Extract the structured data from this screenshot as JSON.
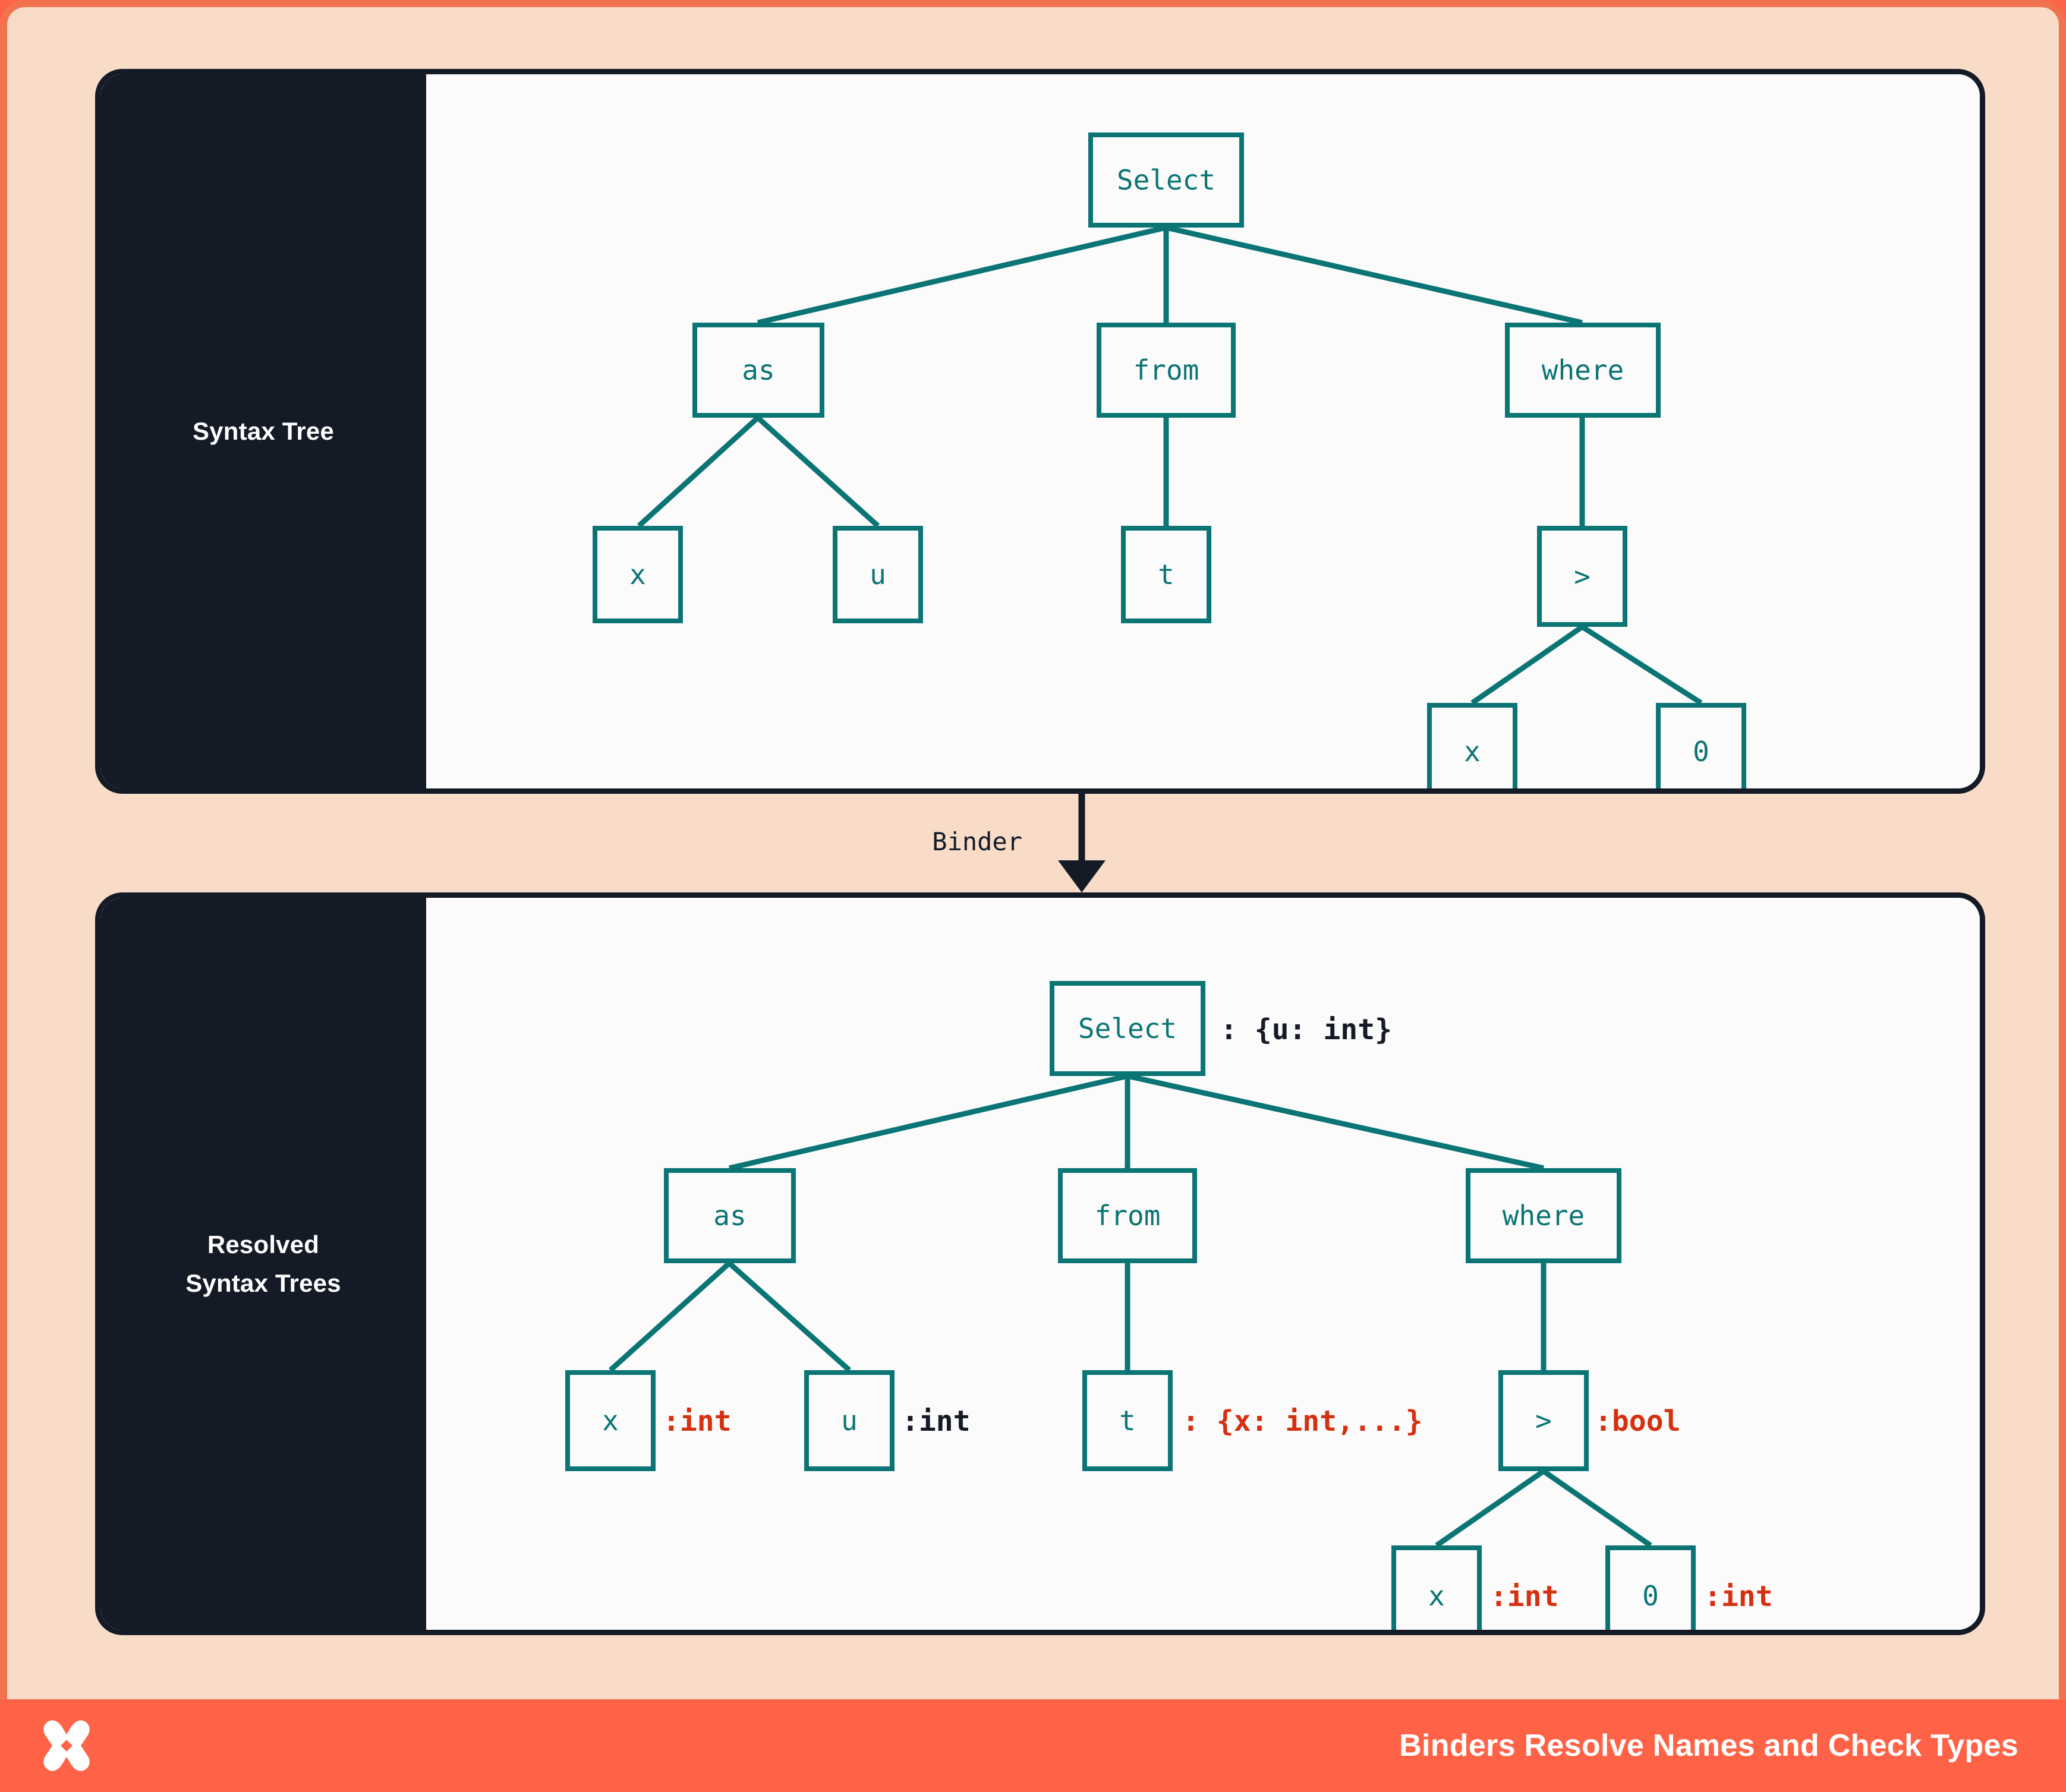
{
  "theme": {
    "frame_border": "#F2714E",
    "page_bg": "#F8DCC8",
    "card_bg": "#FBFBFB",
    "sidebar_bg": "#141A26",
    "node_stroke": "#0B7474",
    "annotation_red": "#D5300F",
    "annotation_dark": "#141A26",
    "footer_bg": "#FF6347"
  },
  "panels": {
    "top": {
      "sidebar_label": "Syntax Tree"
    },
    "bottom": {
      "sidebar_label": "Resolved\nSyntax Trees",
      "sidebar_line1": "Resolved",
      "sidebar_line2": "Syntax Trees"
    }
  },
  "transition": {
    "label": "Binder",
    "arrow": "down-arrow"
  },
  "footer": {
    "caption": "Binders Resolve Names and Check Types",
    "logo": "x-logo-icon"
  },
  "chart_data": {
    "type": "diagram",
    "title": "Binders Resolve Names and Check Types",
    "subtype": "syntax-tree-pair",
    "trees": [
      {
        "name": "Syntax Tree",
        "annotated": false,
        "nodes": [
          {
            "id": "select",
            "label": "Select",
            "level": 0,
            "parent": null
          },
          {
            "id": "as",
            "label": "as",
            "level": 1,
            "parent": "select"
          },
          {
            "id": "from",
            "label": "from",
            "level": 1,
            "parent": "select"
          },
          {
            "id": "where",
            "label": "where",
            "level": 1,
            "parent": "select"
          },
          {
            "id": "as_x",
            "label": "x",
            "level": 2,
            "parent": "as"
          },
          {
            "id": "as_u",
            "label": "u",
            "level": 2,
            "parent": "as"
          },
          {
            "id": "from_t",
            "label": "t",
            "level": 2,
            "parent": "from"
          },
          {
            "id": "gt",
            "label": ">",
            "level": 2,
            "parent": "where"
          },
          {
            "id": "gt_x",
            "label": "x",
            "level": 3,
            "parent": "gt"
          },
          {
            "id": "gt_0",
            "label": "0",
            "level": 3,
            "parent": "gt"
          }
        ]
      },
      {
        "name": "Resolved Syntax Trees",
        "annotated": true,
        "nodes": [
          {
            "id": "select",
            "label": "Select",
            "level": 0,
            "parent": null,
            "annotation": ": {u: int}",
            "annotation_color": "dark"
          },
          {
            "id": "as",
            "label": "as",
            "level": 1,
            "parent": "select",
            "annotation": "",
            "annotation_color": null
          },
          {
            "id": "from",
            "label": "from",
            "level": 1,
            "parent": "select",
            "annotation": "",
            "annotation_color": null
          },
          {
            "id": "where",
            "label": "where",
            "level": 1,
            "parent": "select",
            "annotation": "",
            "annotation_color": null
          },
          {
            "id": "as_x",
            "label": "x",
            "level": 2,
            "parent": "as",
            "annotation": ":int",
            "annotation_color": "red"
          },
          {
            "id": "as_u",
            "label": "u",
            "level": 2,
            "parent": "as",
            "annotation": ":int",
            "annotation_color": "dark"
          },
          {
            "id": "from_t",
            "label": "t",
            "level": 2,
            "parent": "from",
            "annotation": ": {x: int,...}",
            "annotation_color": "red"
          },
          {
            "id": "gt",
            "label": ">",
            "level": 2,
            "parent": "where",
            "annotation": ":bool",
            "annotation_color": "red"
          },
          {
            "id": "gt_x",
            "label": "x",
            "level": 3,
            "parent": "gt",
            "annotation": ":int",
            "annotation_color": "red"
          },
          {
            "id": "gt_0",
            "label": "0",
            "level": 3,
            "parent": "gt",
            "annotation": ":int",
            "annotation_color": "red"
          }
        ]
      }
    ]
  },
  "tree_top": {
    "select": "Select",
    "as": "as",
    "from": "from",
    "where": "where",
    "as_x": "x",
    "as_u": "u",
    "from_t": "t",
    "gt": ">",
    "gt_x": "x",
    "gt_0": "0"
  },
  "tree_bottom": {
    "select": "Select",
    "select_ann": ": {u: int}",
    "as": "as",
    "from": "from",
    "where": "where",
    "as_x": "x",
    "as_x_ann": ":int",
    "as_u": "u",
    "as_u_ann": ":int",
    "from_t": "t",
    "from_t_ann": ": {x: int,...}",
    "gt": ">",
    "gt_ann": ":bool",
    "gt_x": "x",
    "gt_x_ann": ":int",
    "gt_0": "0",
    "gt_0_ann": ":int"
  }
}
